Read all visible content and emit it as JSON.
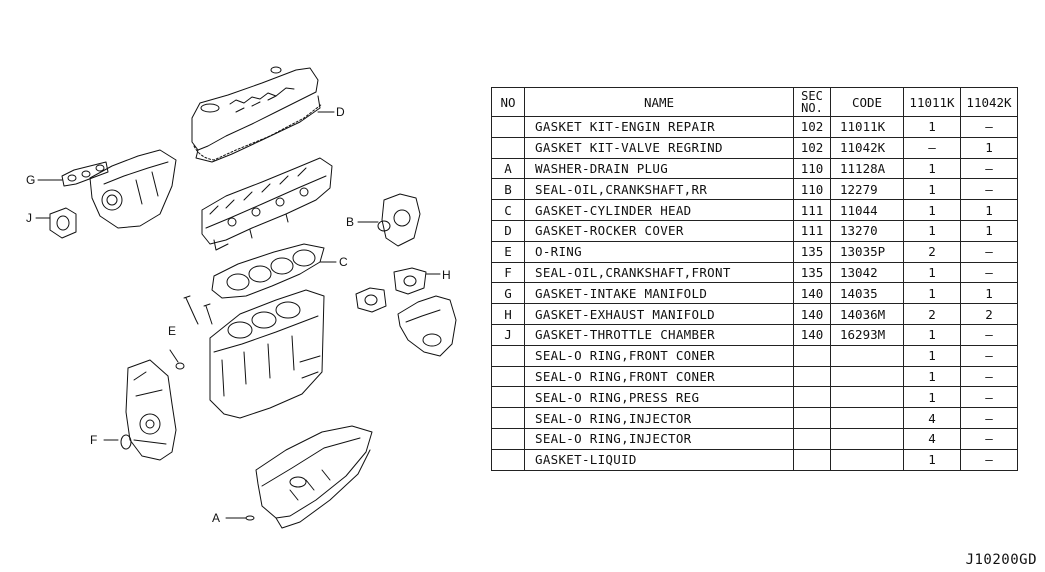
{
  "callouts": {
    "D": "D",
    "G": "G",
    "J": "J",
    "B": "B",
    "C": "C",
    "H": "H",
    "E": "E",
    "F": "F",
    "A": "A"
  },
  "table": {
    "headers": {
      "no": "NO",
      "name": "NAME",
      "sec_line1": "SEC",
      "sec_line2": "NO.",
      "code": "CODE",
      "q1": "11011K",
      "q2": "11042K"
    },
    "rows": [
      {
        "no": "",
        "name": "GASKET KIT-ENGIN REPAIR",
        "sec": "102",
        "code": "11011K",
        "q1": "1",
        "q2": "–"
      },
      {
        "no": "",
        "name": "GASKET KIT-VALVE REGRIND",
        "sec": "102",
        "code": "11042K",
        "q1": "–",
        "q2": "1"
      },
      {
        "no": "A",
        "name": "WASHER-DRAIN PLUG",
        "sec": "110",
        "code": "11128A",
        "q1": "1",
        "q2": "–"
      },
      {
        "no": "B",
        "name": "SEAL-OIL,CRANKSHAFT,RR",
        "sec": "110",
        "code": "12279",
        "q1": "1",
        "q2": "–"
      },
      {
        "no": "C",
        "name": "GASKET-CYLINDER HEAD",
        "sec": "111",
        "code": "11044",
        "q1": "1",
        "q2": "1"
      },
      {
        "no": "D",
        "name": "GASKET-ROCKER COVER",
        "sec": "111",
        "code": "13270",
        "q1": "1",
        "q2": "1"
      },
      {
        "no": "E",
        "name": "O-RING",
        "sec": "135",
        "code": "13035P",
        "q1": "2",
        "q2": "–"
      },
      {
        "no": "F",
        "name": "SEAL-OIL,CRANKSHAFT,FRONT",
        "sec": "135",
        "code": "13042",
        "q1": "1",
        "q2": "–"
      },
      {
        "no": "G",
        "name": "GASKET-INTAKE MANIFOLD",
        "sec": "140",
        "code": "14035",
        "q1": "1",
        "q2": "1"
      },
      {
        "no": "H",
        "name": "GASKET-EXHAUST MANIFOLD",
        "sec": "140",
        "code": "14036M",
        "q1": "2",
        "q2": "2"
      },
      {
        "no": "J",
        "name": "GASKET-THROTTLE CHAMBER",
        "sec": "140",
        "code": "16293M",
        "q1": "1",
        "q2": "–"
      },
      {
        "no": "",
        "name": "SEAL-O RING,FRONT CONER",
        "sec": "",
        "code": "",
        "q1": "1",
        "q2": "–"
      },
      {
        "no": "",
        "name": "SEAL-O RING,FRONT CONER",
        "sec": "",
        "code": "",
        "q1": "1",
        "q2": "–"
      },
      {
        "no": "",
        "name": "SEAL-O RING,PRESS REG",
        "sec": "",
        "code": "",
        "q1": "1",
        "q2": "–"
      },
      {
        "no": "",
        "name": "SEAL-O RING,INJECTOR",
        "sec": "",
        "code": "",
        "q1": "4",
        "q2": "–"
      },
      {
        "no": "",
        "name": "SEAL-O RING,INJECTOR",
        "sec": "",
        "code": "",
        "q1": "4",
        "q2": "–"
      },
      {
        "no": "",
        "name": "GASKET-LIQUID",
        "sec": "",
        "code": "",
        "q1": "1",
        "q2": "–"
      }
    ]
  },
  "diagram_id": "J10200GD"
}
